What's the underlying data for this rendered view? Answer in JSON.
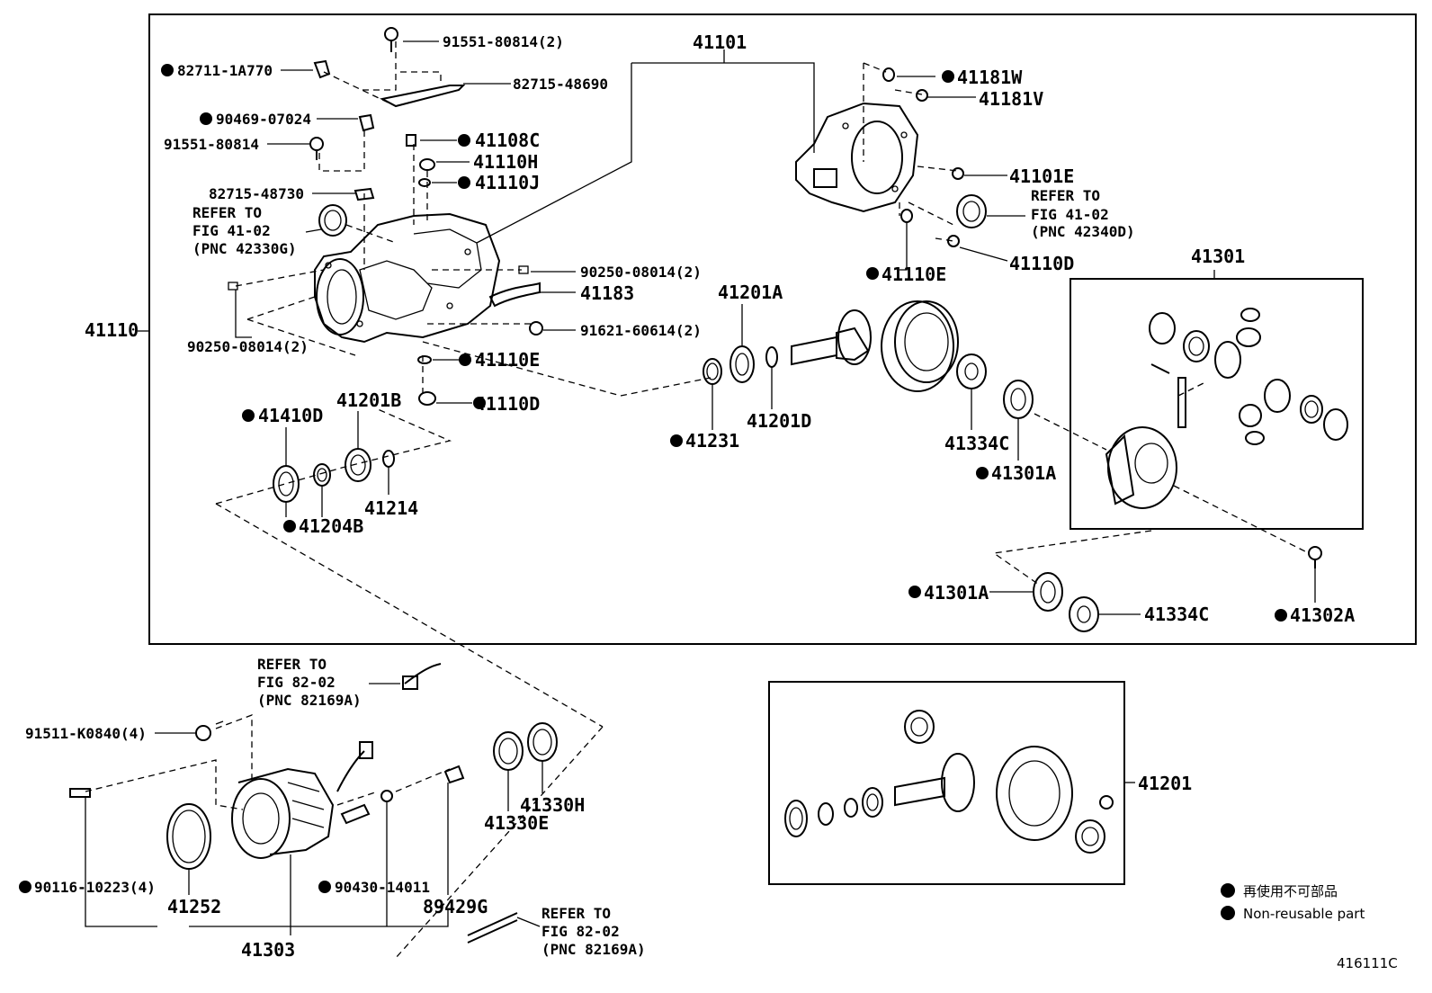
{
  "diagram_id": "416111C",
  "main_box_label": "41110",
  "callouts": {
    "c41101": "41101",
    "c91551_80814_2": "91551-80814(2)",
    "c82711_1A770": "82711-1A770",
    "c82715_48690": "82715-48690",
    "c90469_07024": "90469-07024",
    "c91551_80814": "91551-80814",
    "c41108C": "41108C",
    "c41110H": "41110H",
    "c41110J": "41110J",
    "c82715_48730": "82715-48730",
    "c90250_08014_2a": "90250-08014(2)",
    "c41183": "41183",
    "c91621_60614_2": "91621-60614(2)",
    "c90250_08014_2b": "90250-08014(2)",
    "c41110E_a": "41110E",
    "c41110D_a": "41110D",
    "c41410D": "41410D",
    "c41201B": "41201B",
    "c41214": "41214",
    "c41204B": "41204B",
    "c41181W": "41181W",
    "c41181V": "41181V",
    "c41101E": "41101E",
    "c41110E_b": "41110E",
    "c41110D_b": "41110D",
    "c41201A": "41201A",
    "c41201D": "41201D",
    "c41231": "41231",
    "c41334C_a": "41334C",
    "c41301A_a": "41301A",
    "c41301": "41301",
    "c41301A_b": "41301A",
    "c41334C_b": "41334C",
    "c41302A": "41302A",
    "c91511_K0840_4": "91511-K0840(4)",
    "c90116_10223_4": "90116-10223(4)",
    "c41252": "41252",
    "c41303": "41303",
    "c90430_14011": "90430-14011",
    "c89429G": "89429G",
    "c41330E": "41330E",
    "c41330H": "41330H",
    "c41201": "41201"
  },
  "refs": {
    "ref_42330G": [
      "REFER TO",
      "FIG 41-02",
      "(PNC 42330G)"
    ],
    "ref_42340D": [
      "REFER TO",
      "FIG 41-02",
      "(PNC 42340D)"
    ],
    "ref_82169A_top": [
      "REFER TO",
      "FIG 82-02",
      "(PNC 82169A)"
    ],
    "ref_82169A_bottom": [
      "REFER TO",
      "FIG 82-02",
      "(PNC 82169A)"
    ]
  },
  "legend": {
    "line1": "再使用不可部品",
    "line2": "Non-reusable part"
  }
}
